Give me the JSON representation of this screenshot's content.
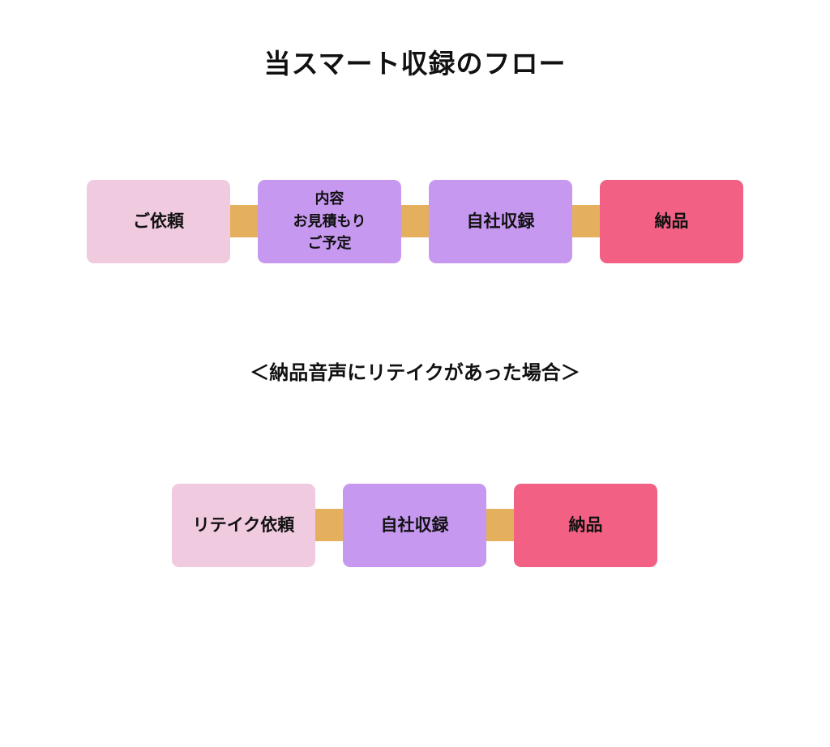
{
  "title": "当スマート収録のフロー",
  "subtitle": "＜納品音声にリテイクがあった場合＞",
  "colors": {
    "pink_light": "#f0cadf",
    "purple": "#c698f0",
    "red_pink": "#f26183",
    "connector": "#e5b05e"
  },
  "main_flow": {
    "steps": [
      {
        "label": "ご依頼"
      },
      {
        "label": "内容\nお見積もり\nご予定"
      },
      {
        "label": "自社収録"
      },
      {
        "label": "納品"
      }
    ]
  },
  "retake_flow": {
    "steps": [
      {
        "label": "リテイク依頼"
      },
      {
        "label": "自社収録"
      },
      {
        "label": "納品"
      }
    ]
  }
}
